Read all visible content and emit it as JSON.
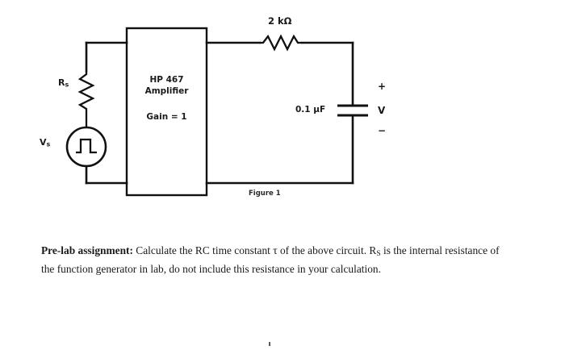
{
  "document": {
    "type": "circuit-diagram-worksheet",
    "background_color": "#ffffff",
    "ink_color": "#111111"
  },
  "figure": {
    "caption": "Figure 1",
    "amplifier": {
      "line1": "HP 467",
      "line2": "Amplifier",
      "gain_label": "Gain = 1"
    },
    "components": {
      "source_label": "V",
      "source_label_sub": "s",
      "source_symbol": "square-pulse",
      "series_resistor_label": "R",
      "series_resistor_label_sub": "s",
      "load_resistor_label": "2 kΩ",
      "capacitor_label": "0.1 µF",
      "polarity_plus": "+",
      "output_voltage_label": "V",
      "polarity_minus": "−"
    }
  },
  "prelab": {
    "heading": "Pre-lab assignment:",
    "body_part1": " Calculate the RC time constant τ of the above circuit. R",
    "body_sub": "S",
    "body_part2": " is the internal resistance of the function generator in lab, do not include this resistance in your calculation."
  }
}
